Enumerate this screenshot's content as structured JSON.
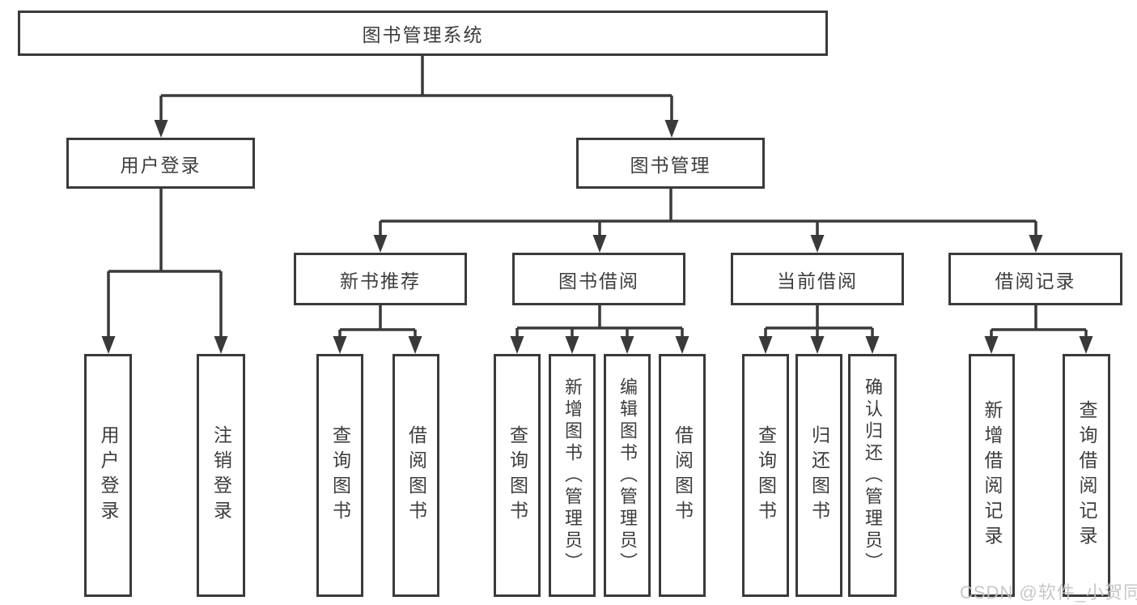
{
  "diagram": {
    "colors": {
      "line": "#3a3a3a",
      "box_border": "#3a3a3a",
      "text": "#3d3d3d",
      "watermark": "#c3c3c3",
      "background": "#ffffff"
    },
    "tree": {
      "label": "图书管理系统",
      "children": [
        {
          "label": "用户登录",
          "children": [
            {
              "label": "用户登录"
            },
            {
              "label": "注销登录"
            }
          ]
        },
        {
          "label": "图书管理",
          "children": [
            {
              "label": "新书推荐",
              "children": [
                {
                  "label": "查询图书"
                },
                {
                  "label": "借阅图书"
                }
              ]
            },
            {
              "label": "图书借阅",
              "children": [
                {
                  "label": "查询图书"
                },
                {
                  "label": "新增图书（管理员）"
                },
                {
                  "label": "编辑图书（管理员）"
                },
                {
                  "label": "借阅图书"
                }
              ]
            },
            {
              "label": "当前借阅",
              "children": [
                {
                  "label": "查询图书"
                },
                {
                  "label": "归还图书"
                },
                {
                  "label": "确认归还（管理员）"
                }
              ]
            },
            {
              "label": "借阅记录",
              "children": [
                {
                  "label": "新增借阅记录"
                },
                {
                  "label": "查询借阅记录"
                }
              ]
            }
          ]
        }
      ]
    },
    "watermark": {
      "text": "CSDN @软件_小贺同学"
    }
  }
}
